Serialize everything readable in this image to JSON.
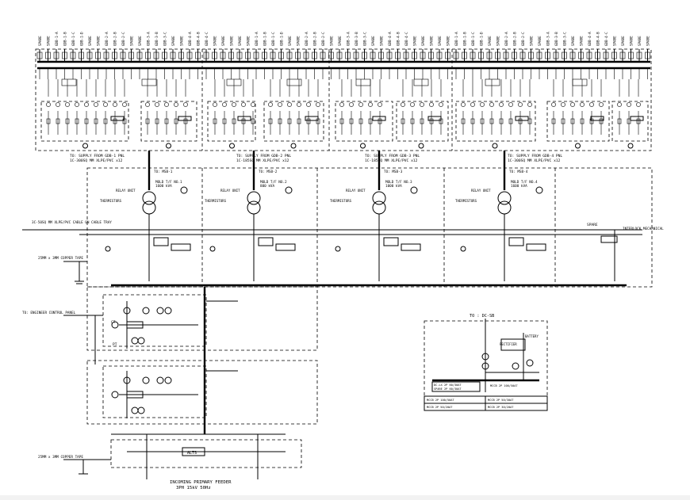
{
  "diagram": {
    "lv_switchboards": {
      "feeder_tags_top": [
        "SPARE",
        "SPARE",
        "GDB-1-A",
        "GDB-1-B",
        "GDB-1-C",
        "GDB-1-D",
        "SPARE",
        "SPARE",
        "GDB-2-A",
        "GDB-2-B",
        "GDB-2-C",
        "SPARE",
        "SPARE",
        "GDB-3-A",
        "GDB-3-B",
        "GDB-3-C",
        "SPARE",
        "SPARE",
        "GDB-4-A",
        "GDB-4-B",
        "GDB-4-C",
        "SPARE",
        "SPARE",
        "SPARE"
      ],
      "bus_labels": [
        "TO: SUPPLY FROM GDB-1 PNL",
        "TO: SUPPLY FROM GDB-2 PNL",
        "TO: SUPPLY FROM GDB-3 PNL",
        "TO: SUPPLY FROM GDB-4 PNL"
      ],
      "cable_labels": [
        "1C-300SQ MM XLPE/PVC x12",
        "1C-185SQ MM XLPE/PVC x12",
        "1C-185SQ MM XLPE/PVC x12",
        "1C-300SQ MM XLPE/PVC x12"
      ]
    },
    "transformers": [
      {
        "tag": "TO: MSB-1",
        "rating": "MOLD T/F NO.1",
        "kva": "1600 kVA",
        "thermistor": "THERMISTORS",
        "relay": "RELAY UNIT"
      },
      {
        "tag": "TO: MSB-2",
        "rating": "MOLD T/F NO.2",
        "kva": "800 kVA",
        "thermistor": "THERMISTORS",
        "relay": "RELAY UNIT"
      },
      {
        "tag": "TO: MSB-3",
        "rating": "MOLD T/F NO.3",
        "kva": "1000 kVA",
        "thermistor": "THERMISTORS",
        "relay": "RELAY UNIT"
      },
      {
        "tag": "TO: MSB-4",
        "rating": "MOLD T/F NO.4",
        "kva": "1600 kVA",
        "thermistor": "THERMISTORS",
        "relay": "RELAY UNIT"
      }
    ],
    "hv_labels": {
      "cable_tray": "3C-50SQ MM XLPE/PVC CABLE ON CABLE TRAY",
      "earth_left": "25MM x 3MM COPPER TAPE",
      "spare": "SPARE",
      "interlock": "INTERLOCK MECHANICAL"
    },
    "incoming_panels": {
      "to_control": "TO: ENGINEER CONTROL PANEL",
      "ct_label": "CT",
      "pt_label": "PT",
      "alts": "ALTS",
      "earth_bottom": "25MM x 3MM COPPER TAPE",
      "incoming": "INCOMING PRIMARY FEEDER",
      "supply": "3PH   15kV   50Hz"
    },
    "dc_panel": {
      "title": "TO : DC-SB",
      "battery": "BATTERY",
      "rectifier": "RECTIFIER",
      "legend": [
        "DC-LX     2P 60/30AT",
        "SPARE     2P 60/30AT",
        "MCCB 2P 100/50AT"
      ],
      "schedule": [
        "MCCB 2P 100/50AT",
        "MCCB 2P 50/30AT",
        "MCCB 2P 50/20AT",
        "MCCB 2P 30/20AT"
      ]
    }
  }
}
